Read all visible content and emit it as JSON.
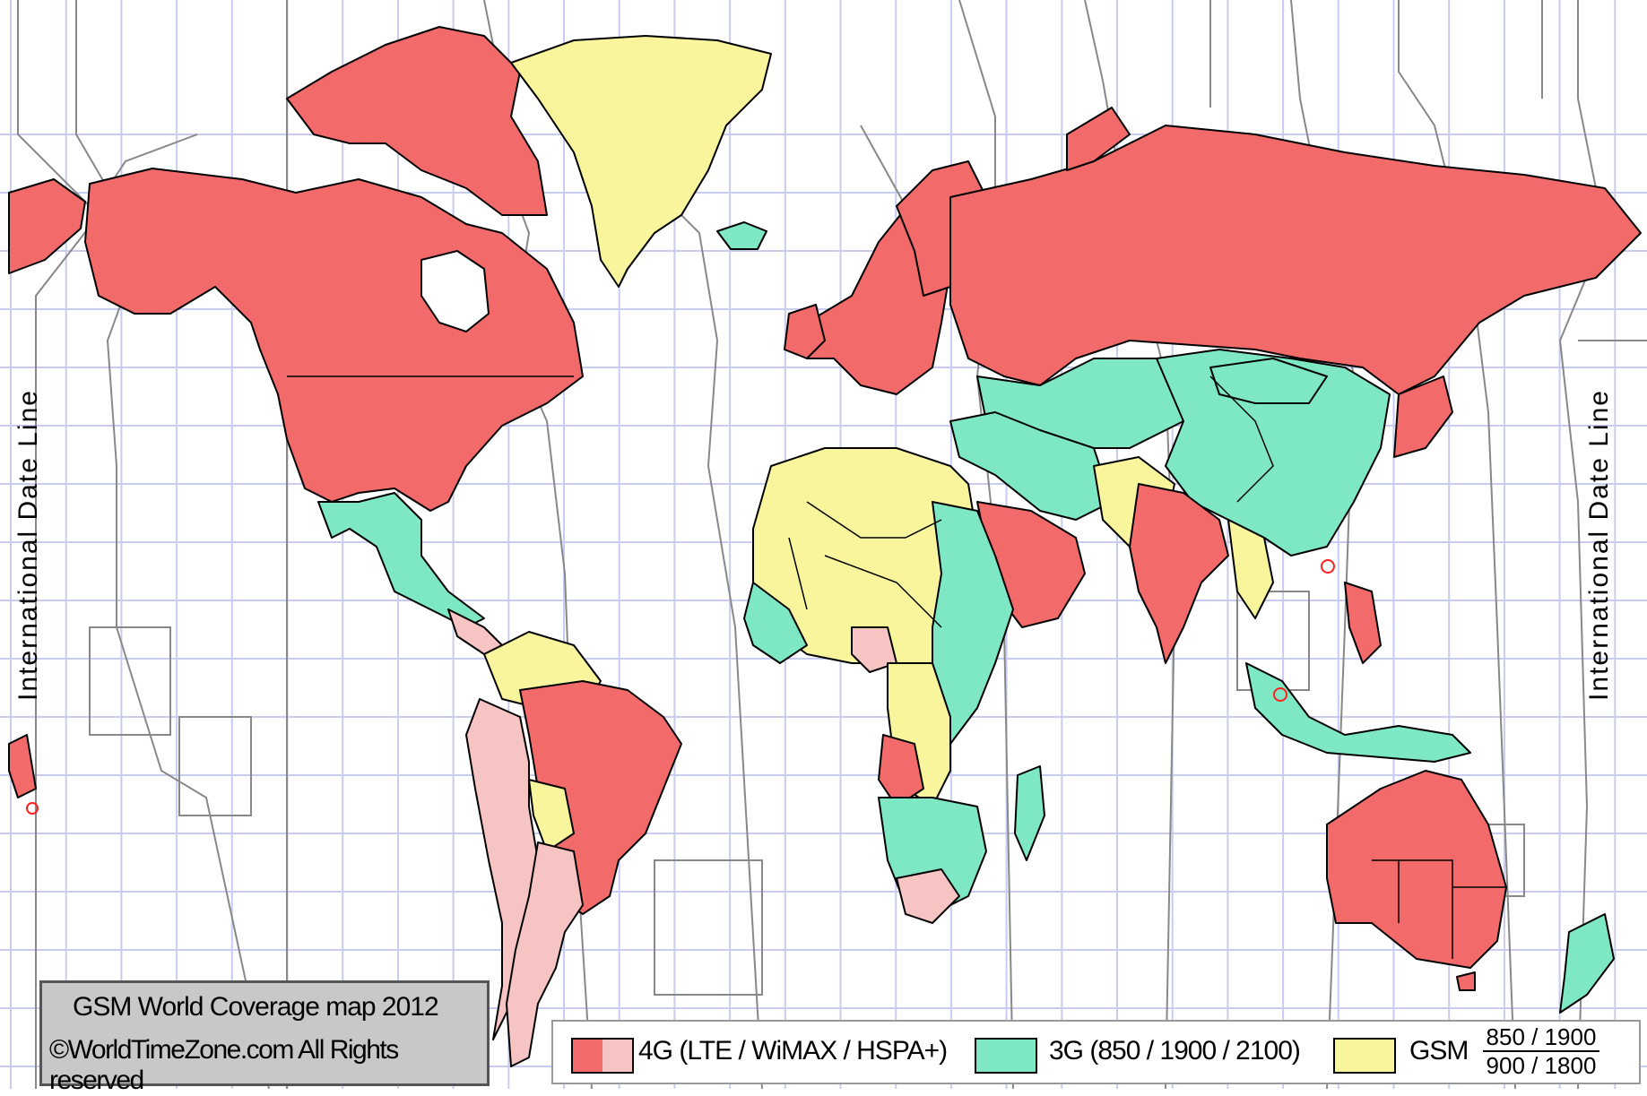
{
  "map": {
    "dateline_label": "International Date Line",
    "credit_title": "GSM World Coverage map 2012",
    "credit_copyright": "©WorldTimeZone.com All Rights reserved"
  },
  "legend": {
    "items": [
      {
        "label": "4G (LTE / WiMAX / HSPA+)",
        "colors": [
          "#f26a6a",
          "#f7c4c4"
        ]
      },
      {
        "label": "3G (850 / 1900 / 2100)",
        "colors": [
          "#7ee8c4"
        ]
      },
      {
        "label": "GSM",
        "colors": [
          "#f9f59c"
        ]
      }
    ],
    "frequency_top": "850 / 1900",
    "frequency_bottom": "900 / 1800"
  },
  "colors": {
    "lte": "#f26a6a",
    "lte_light": "#f7c4c4",
    "threeg": "#7ee8c4",
    "gsm": "#f9f59c",
    "unserved": "#ffffff",
    "grid": "#c8ccf0",
    "timezone_line": "#888888"
  },
  "regions": [
    {
      "id": "north-america",
      "coverage": "4G"
    },
    {
      "id": "alaska",
      "coverage": "4G"
    },
    {
      "id": "greenland",
      "coverage": "GSM"
    },
    {
      "id": "russia",
      "coverage": "4G"
    },
    {
      "id": "europe",
      "coverage": "4G"
    },
    {
      "id": "china",
      "coverage": "3G"
    },
    {
      "id": "central-asia",
      "coverage": "3G"
    },
    {
      "id": "india",
      "coverage": "4G"
    },
    {
      "id": "arabia",
      "coverage": "4G"
    },
    {
      "id": "north-africa",
      "coverage": "GSM"
    },
    {
      "id": "southern-africa",
      "coverage": "3G"
    },
    {
      "id": "brazil",
      "coverage": "4G"
    },
    {
      "id": "argentina",
      "coverage": "4G-light"
    },
    {
      "id": "australia",
      "coverage": "4G"
    },
    {
      "id": "indonesia",
      "coverage": "3G"
    },
    {
      "id": "japan",
      "coverage": "4G"
    },
    {
      "id": "mexico",
      "coverage": "3G"
    },
    {
      "id": "iceland",
      "coverage": "3G"
    },
    {
      "id": "new-zealand",
      "coverage": "3G"
    },
    {
      "id": "madagascar",
      "coverage": "3G"
    }
  ]
}
